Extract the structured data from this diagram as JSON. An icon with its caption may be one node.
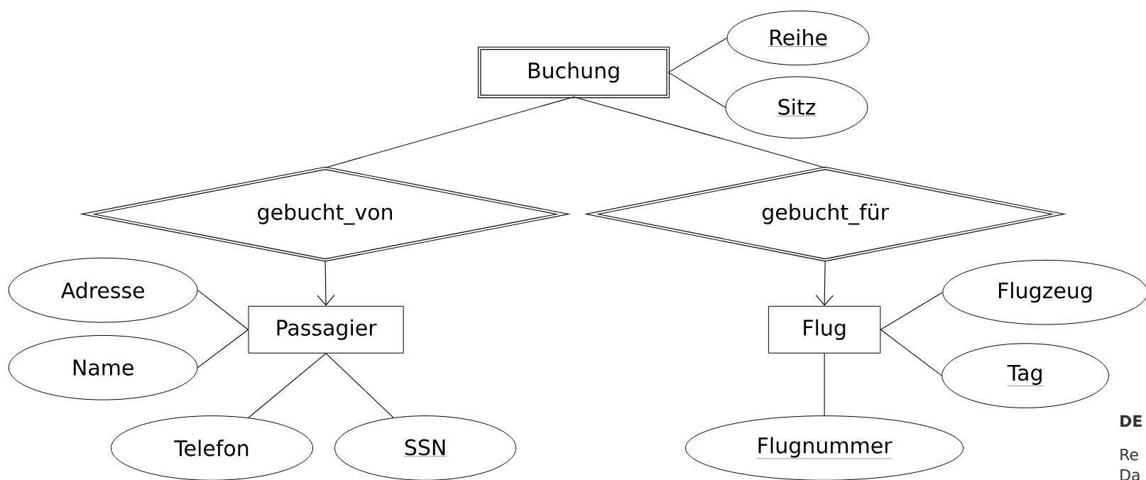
{
  "diagram": {
    "nodes": [
      {
        "text": [
          "Buchung"
        ]
      },
      {
        "text": [
          "Reihe"
        ]
      },
      {
        "text": [
          "Sitz"
        ]
      },
      {
        "text": [
          "gebucht_von"
        ]
      },
      {
        "text": [
          "gebucht_für"
        ]
      },
      {
        "text": [
          "Adresse"
        ]
      },
      {
        "text": [
          "Passagier"
        ]
      },
      {
        "text": [
          "Name"
        ]
      },
      {
        "text": [
          "Telefon"
        ]
      },
      {
        "text": [
          "SSN"
        ]
      },
      {
        "text": [
          "Flug"
        ]
      },
      {
        "text": [
          "Flugzeug"
        ]
      },
      {
        "text": [
          "Tag"
        ]
      },
      {
        "text": [
          "Flugnummer"
        ]
      }
    ],
    "edges": [
      {
        "from": 0,
        "to": 1,
        "arrow": "none"
      },
      {
        "from": 0,
        "to": 2,
        "arrow": "none"
      },
      {
        "from": 0,
        "to": 3,
        "arrow": "none"
      },
      {
        "from": 0,
        "to": 4,
        "arrow": "none"
      },
      {
        "from": 3,
        "to": 6,
        "arrow": "to"
      },
      {
        "from": 4,
        "to": 10,
        "arrow": "to"
      },
      {
        "from": 6,
        "to": 5,
        "arrow": "none"
      },
      {
        "from": 6,
        "to": 7,
        "arrow": "none"
      },
      {
        "from": 6,
        "to": 8,
        "arrow": "none"
      },
      {
        "from": 6,
        "to": 9,
        "arrow": "none"
      },
      {
        "from": 10,
        "to": 11,
        "arrow": "none"
      },
      {
        "from": 10,
        "to": 12,
        "arrow": "none"
      },
      {
        "from": 10,
        "to": 13,
        "arrow": "none"
      }
    ],
    "labels": [
      "DE",
      "Re",
      "Da"
    ]
  }
}
